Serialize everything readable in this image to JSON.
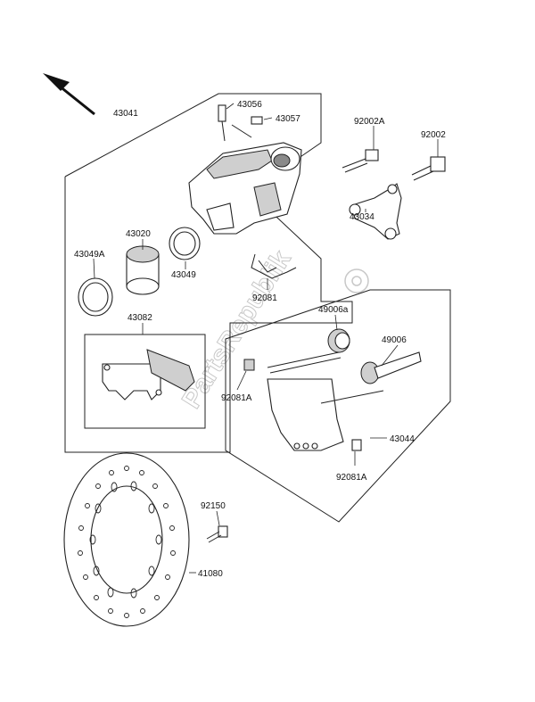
{
  "watermark": "PartsRepublik",
  "labels": {
    "l43041": "43041",
    "l43056": "43056",
    "l43057": "43057",
    "l92002A": "92002A",
    "l92002": "92002",
    "l43034": "43034",
    "l43020": "43020",
    "l43049A": "43049A",
    "l43049": "43049",
    "l92081": "92081",
    "l49006a": "49006a",
    "l49006": "49006",
    "l43082": "43082",
    "l92081A_1": "92081A",
    "l43044": "43044",
    "l92081A_2": "92081A",
    "l92150": "92150",
    "l41080": "41080"
  },
  "icons": {
    "arrow": "direction-arrow-icon",
    "gear": "gear-icon"
  }
}
